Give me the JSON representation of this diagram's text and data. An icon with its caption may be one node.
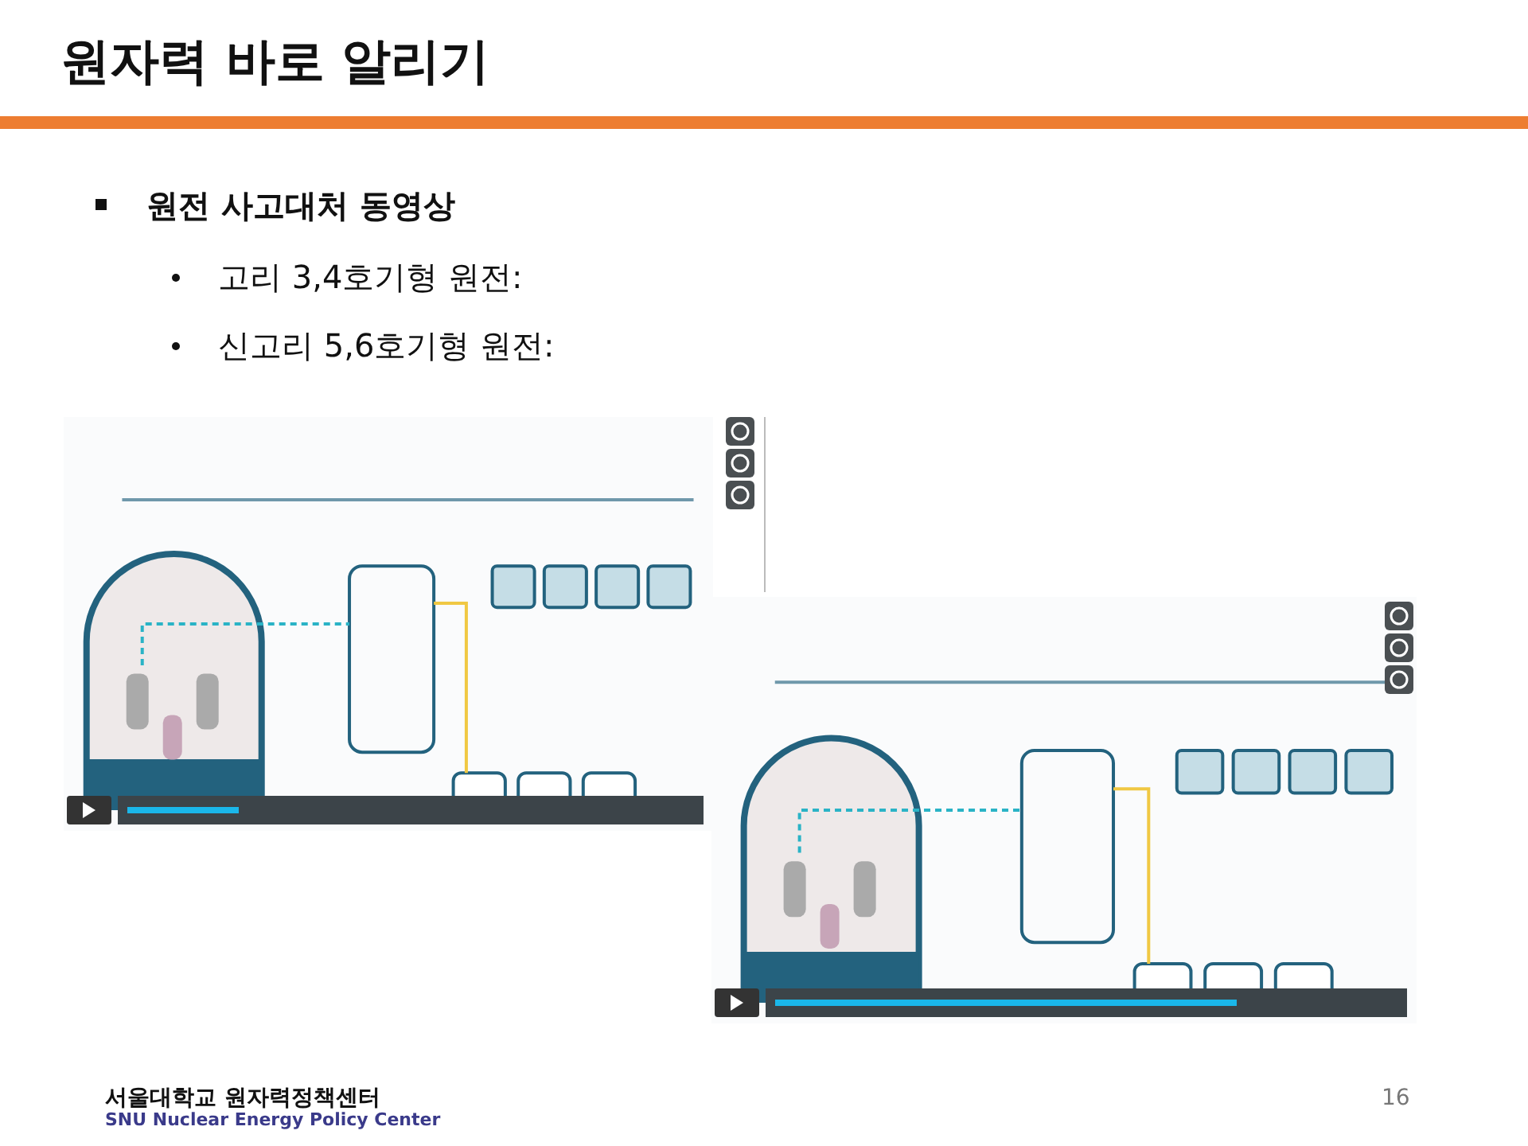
{
  "diagram": {
    "title": "원자력 바로 알리기",
    "nodes": [
      {
        "text": [],
        "shape": "picture"
      },
      {
        "text": [],
        "shape": "picture"
      }
    ],
    "labels": [
      "원전 사고대처 동영상",
      "고리 3,4호기형 원전:",
      "신고리 5,6호기형 원전:",
      "서울대학교 원자력정책센터",
      "SNU Nuclear Energy Policy Center",
      "16"
    ]
  }
}
